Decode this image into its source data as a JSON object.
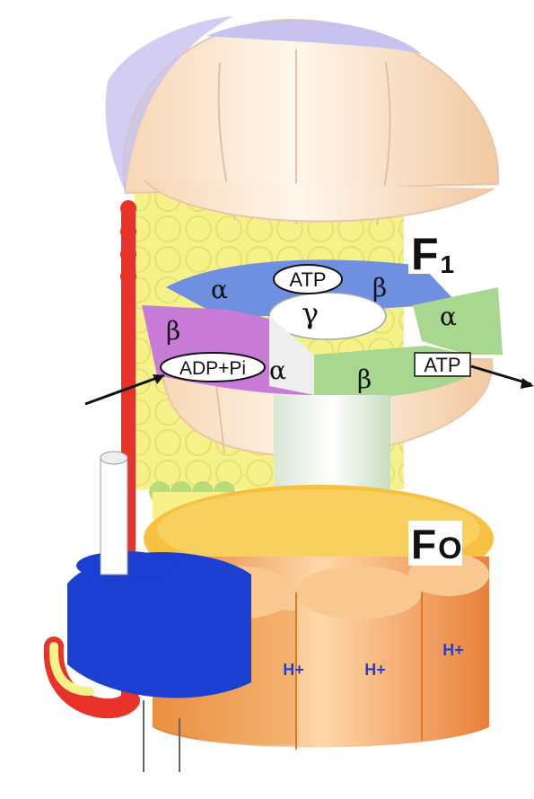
{
  "labels": {
    "f1": "F",
    "f1_sub": "1",
    "fo": "F",
    "fo_sub": "O",
    "alpha": "α",
    "beta": "β",
    "gamma": "γ",
    "atp_top": "ATP",
    "adp_pi": "ADP+Pi",
    "atp_right": "ATP",
    "h_plus": "H+"
  },
  "colors": {
    "alpha_blue": "#6f8fe0",
    "beta_purple": "#c87cd8",
    "green": "#a8d890",
    "orange": "#f0a050",
    "yellow": "#f4f07a",
    "stator_blue": "#1b3fd0",
    "stalk_red": "#e8322a"
  }
}
